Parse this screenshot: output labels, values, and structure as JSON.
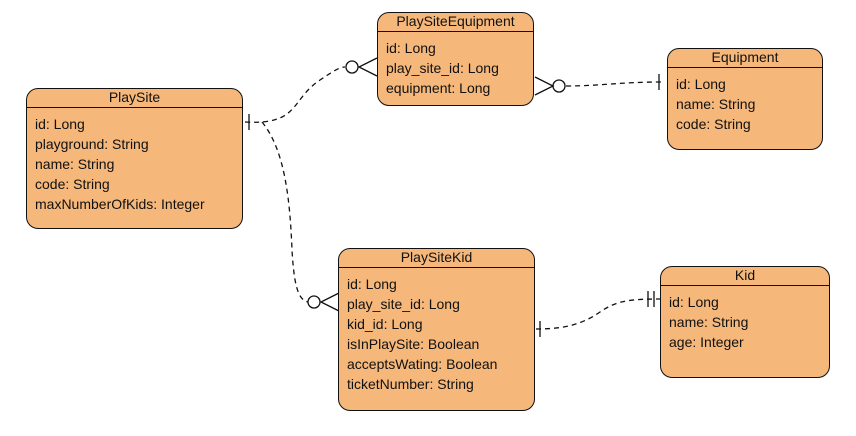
{
  "entities": {
    "playsite": {
      "name": "PlaySite",
      "fields": [
        "id: Long",
        "playground: String",
        "name: String",
        "code: String",
        "maxNumberOfKids: Integer"
      ]
    },
    "playsiteequipment": {
      "name": "PlaySiteEquipment",
      "fields": [
        "id: Long",
        "play_site_id: Long",
        "equipment: Long"
      ]
    },
    "equipment": {
      "name": "Equipment",
      "fields": [
        "id: Long",
        "name: String",
        "code: String"
      ]
    },
    "playsitekid": {
      "name": "PlaySiteKid",
      "fields": [
        "id: Long",
        "play_site_id: Long",
        "kid_id: Long",
        "isInPlaySite: Boolean",
        "acceptsWating: Boolean",
        "ticketNumber: String"
      ]
    },
    "kid": {
      "name": "Kid",
      "fields": [
        "id: Long",
        "name: String",
        "age: Integer"
      ]
    }
  },
  "relationships": [
    {
      "from": "playsite",
      "to": "playsiteequipment",
      "from_cardinality": "one",
      "to_cardinality": "zero-or-many"
    },
    {
      "from": "equipment",
      "to": "playsiteequipment",
      "from_cardinality": "one",
      "to_cardinality": "zero-or-many"
    },
    {
      "from": "playsite",
      "to": "playsitekid",
      "from_cardinality": "one",
      "to_cardinality": "zero-or-many"
    },
    {
      "from": "kid",
      "to": "playsitekid",
      "from_cardinality": "one",
      "to_cardinality": "one"
    }
  ],
  "colors": {
    "entity_fill": "#F5B77A",
    "stroke": "#111111"
  }
}
